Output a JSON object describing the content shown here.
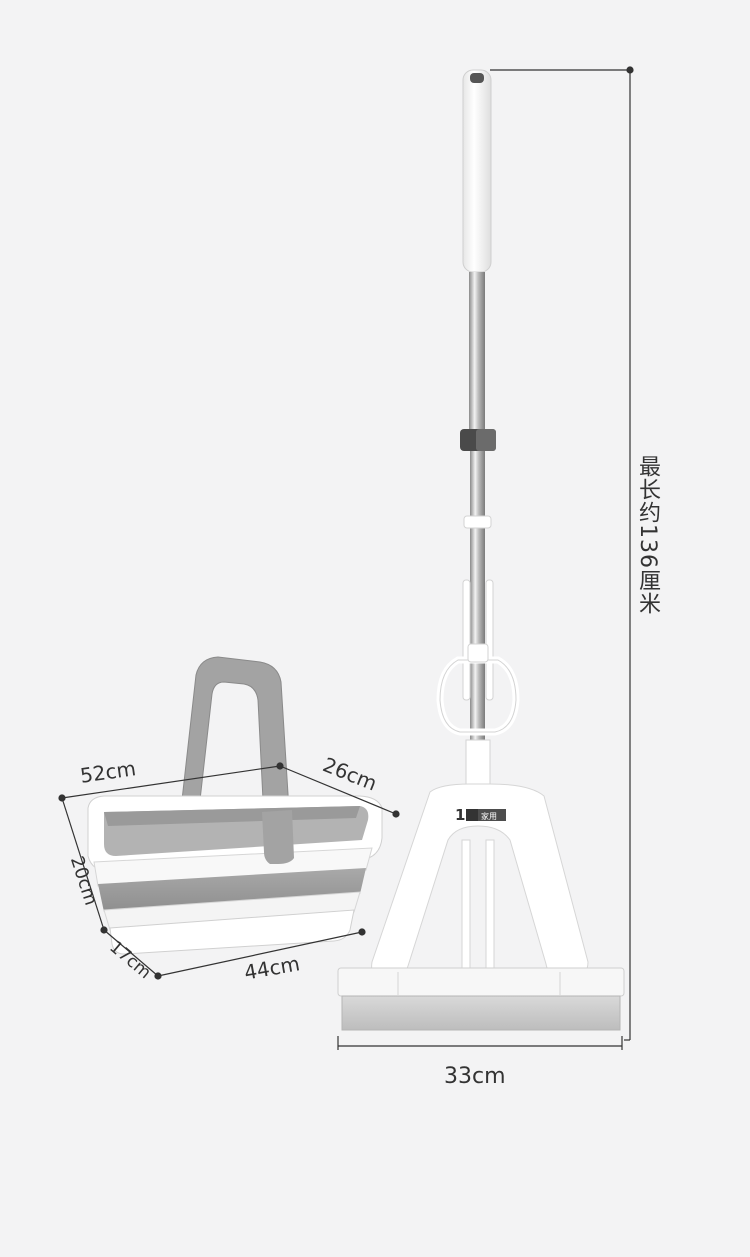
{
  "colors": {
    "background": "#f3f3f4",
    "plastic_white": "#ffffff",
    "plastic_gray": "#9c9c9c",
    "steel": "#cfcfcf",
    "line": "#333333"
  },
  "product": {
    "mop_logo_text": "1",
    "mop_brand_badge": "家用"
  },
  "dimensions": {
    "handle_length": "最长约136厘米",
    "mop_width": "33cm",
    "bucket_top_length": "52cm",
    "bucket_top_width": "26cm",
    "bucket_height": "20cm",
    "bucket_bottom_width": "17cm",
    "bucket_bottom_length": "44cm"
  }
}
